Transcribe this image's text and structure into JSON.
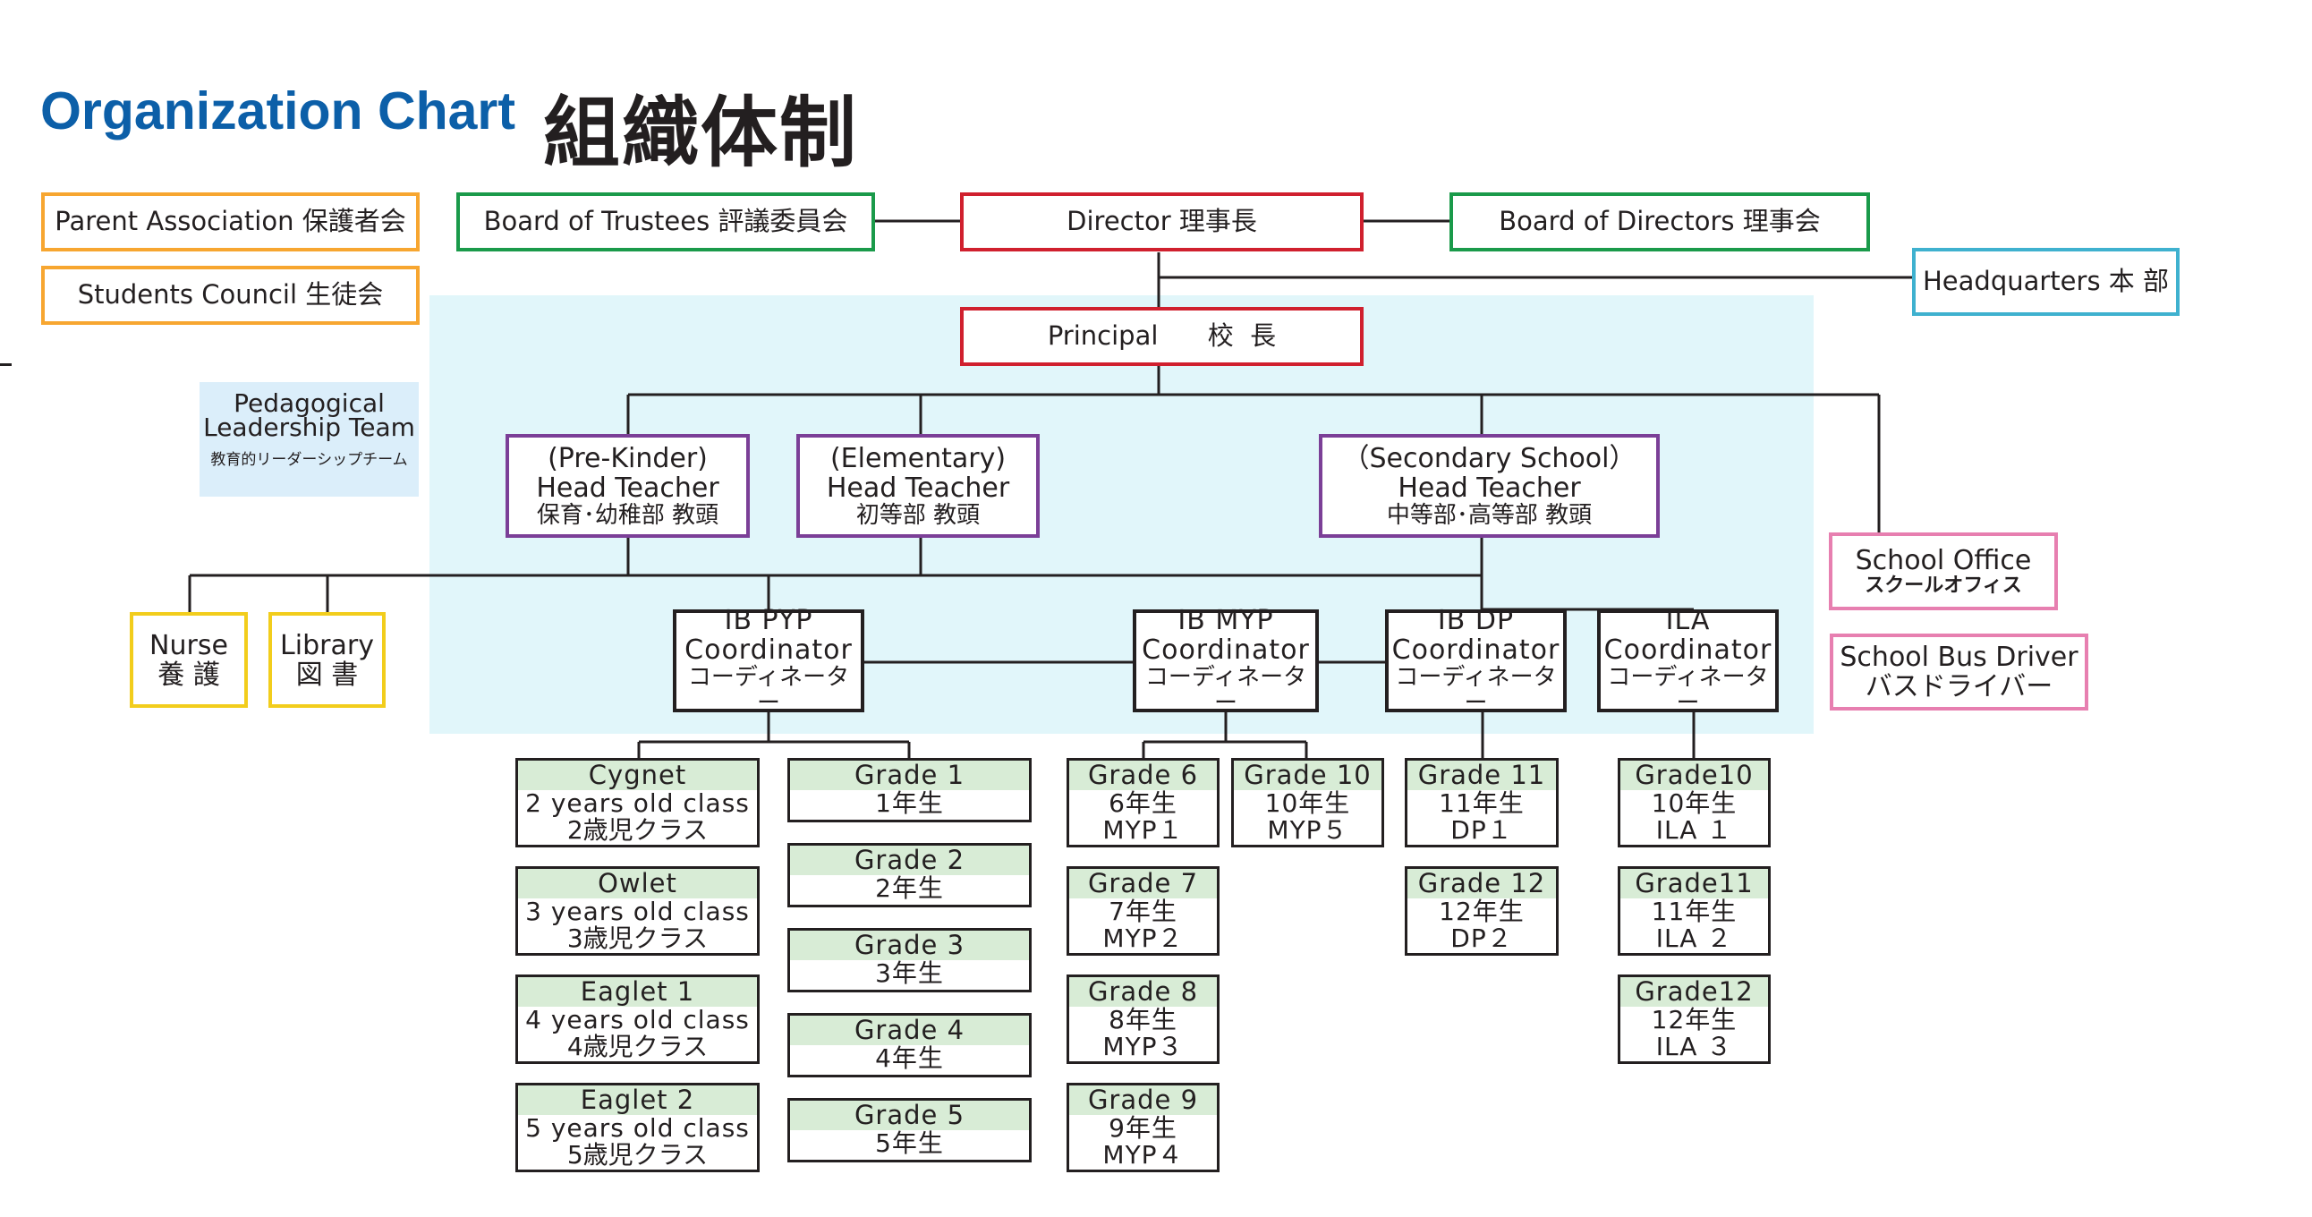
{
  "header": {
    "title_en": "Organization Chart",
    "title_jp": "組織体制"
  },
  "top_left": {
    "parent_association": "Parent Association  保護者会",
    "students_council": "Students Council  生徒会"
  },
  "top": {
    "board_of_trustees": "Board of Trustees  評議委員会",
    "director": "Director   理事長",
    "board_of_directors": "Board of Directors   理事会",
    "headquarters": "Headquarters  本 部",
    "principal": "Principal      校  長"
  },
  "leadership_team": {
    "en": "Pedagogical Leadership Team",
    "jp": "教育的リーダーシップチーム"
  },
  "head_teachers": [
    {
      "en1": "(Pre-Kinder)",
      "en2": "Head Teacher",
      "jp": "保育･幼稚部 教頭"
    },
    {
      "en1": "(Elementary)",
      "en2": "Head Teacher",
      "jp": "初等部 教頭"
    },
    {
      "en1": "（Secondary School）",
      "en2": "Head Teacher",
      "jp": "中等部･高等部 教頭"
    }
  ],
  "school_office": {
    "en": "School Office",
    "jp": "スクールオフィス"
  },
  "school_bus": {
    "en": "School Bus Driver",
    "jp": "バスドライバー"
  },
  "nurse": {
    "en": "Nurse",
    "jp": "養 護"
  },
  "library": {
    "en": "Library",
    "jp": "図 書"
  },
  "coordinators": [
    {
      "name": "IB PYP",
      "en": "Coordinator",
      "jp": "コーディネーター"
    },
    {
      "name": "IB MYP",
      "en": "Coordinator",
      "jp": "コーディネーター"
    },
    {
      "name": "IB DP",
      "en": "Coordinator",
      "jp": "コーディネーター"
    },
    {
      "name": "ILA",
      "en": "Coordinator",
      "jp": "コーディネーター"
    }
  ],
  "prekinder_classes": [
    {
      "g": "Cygnet",
      "l1": "2 years old class",
      "l2": "2歳児クラス"
    },
    {
      "g": "Owlet",
      "l1": "3 years old class",
      "l2": "3歳児クラス"
    },
    {
      "g": "Eaglet 1",
      "l1": "4 years old class",
      "l2": "4歳児クラス"
    },
    {
      "g": "Eaglet 2",
      "l1": "5 years old class",
      "l2": "5歳児クラス"
    }
  ],
  "elementary_grades": [
    {
      "g": "Grade 1",
      "l1": "1年生"
    },
    {
      "g": "Grade 2",
      "l1": "2年生"
    },
    {
      "g": "Grade 3",
      "l1": "3年生"
    },
    {
      "g": "Grade 4",
      "l1": "4年生"
    },
    {
      "g": "Grade 5",
      "l1": "5年生"
    }
  ],
  "myp_grades": [
    {
      "g": "Grade 6",
      "l1": "6年生",
      "l2": "MYP１"
    },
    {
      "g": "Grade 7",
      "l1": "7年生",
      "l2": "MYP２"
    },
    {
      "g": "Grade 8",
      "l1": "8年生",
      "l2": "MYP３"
    },
    {
      "g": "Grade 9",
      "l1": "9年生",
      "l2": "MYP４"
    }
  ],
  "myp_grade10": {
    "g": "Grade 10",
    "l1": "10年生",
    "l2": "MYP５"
  },
  "dp_grades": [
    {
      "g": "Grade 11",
      "l1": "11年生",
      "l2": "DP１"
    },
    {
      "g": "Grade 12",
      "l1": "12年生",
      "l2": "DP２"
    }
  ],
  "ila_grades": [
    {
      "g": "Grade10",
      "l1": "10年生",
      "l2": "ILA １"
    },
    {
      "g": "Grade11",
      "l1": "11年生",
      "l2": "ILA ２"
    },
    {
      "g": "Grade12",
      "l1": "12年生",
      "l2": "ILA ３"
    }
  ],
  "colors": {
    "title_blue": "#0c5fa8",
    "orange": "#f7a630",
    "green": "#1a9a4a",
    "red": "#d0202e",
    "cyan": "#3fb1cf",
    "purple": "#7b3f97",
    "yellow": "#f2cd1c",
    "pink": "#e77fb0",
    "highlight_area": "#e1f6fa",
    "grade_header": "#d8ecd6"
  }
}
